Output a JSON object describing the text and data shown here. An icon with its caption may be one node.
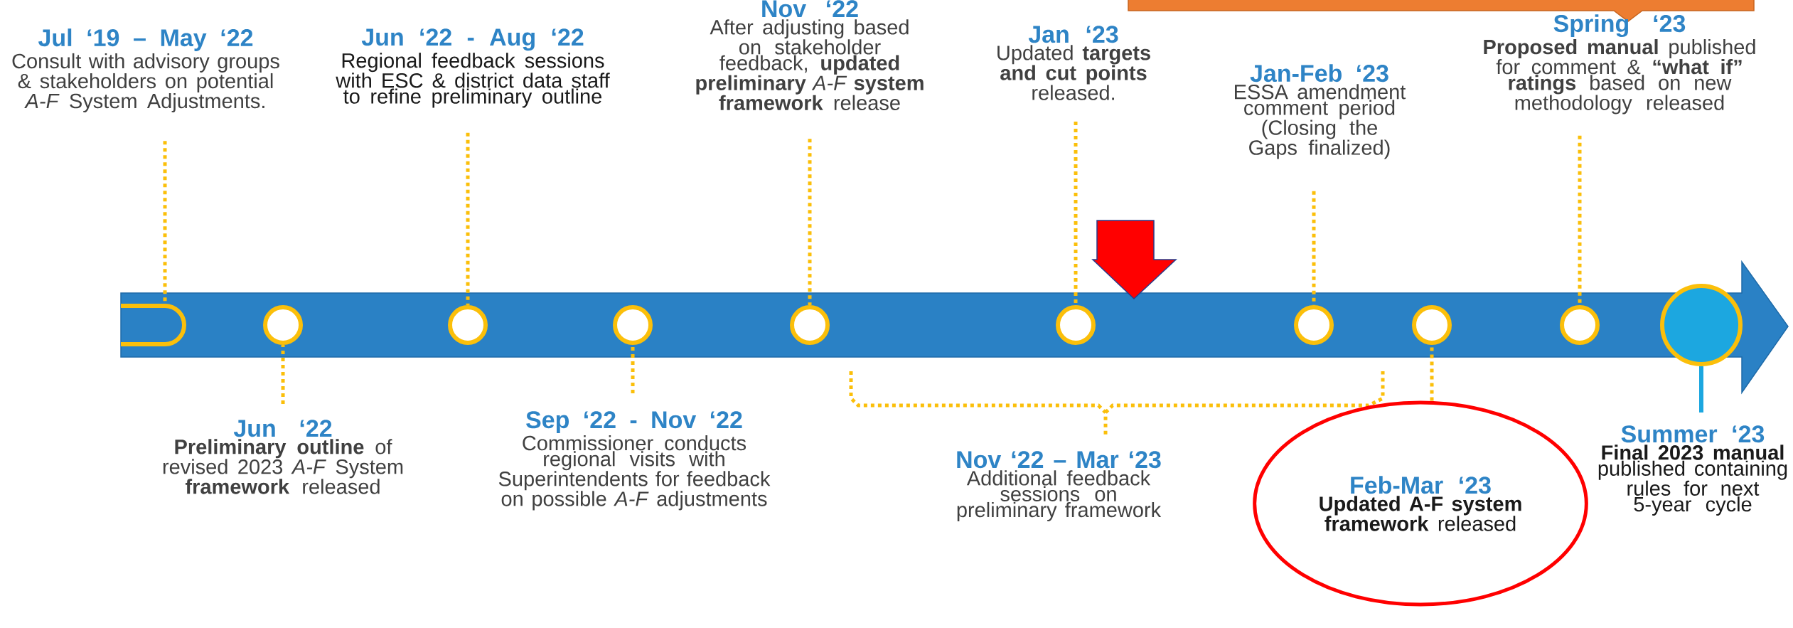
{
  "diagram": {
    "nodes": [
      {
        "text": [
          "Jul ‘19 – May ‘22",
          "Consult with advisory groups & stakeholders on potential *A-F* System Adjustments."
        ]
      },
      {
        "text": [
          "Jun ‘22 - Aug ‘22",
          "Regional feedback sessions with ESC & district data staff to refine preliminary outline"
        ]
      },
      {
        "text": [
          "Nov ‘22",
          "After adjusting based on stakeholder feedback, **updated preliminary** *A-F* **system framework** release"
        ]
      },
      {
        "text": [
          "Jan ‘23",
          "Updated **targets and cut points** released."
        ]
      },
      {
        "text": [
          "Jan-Feb ‘23",
          "ESSA amendment comment period (Closing the Gaps finalized)"
        ]
      },
      {
        "text": [
          "Spring ‘23",
          "**Proposed manual** published for comment & **“what if” ratings** based on new methodology released"
        ]
      },
      {
        "text": [
          "Jun ‘22",
          "**Preliminary outline** of revised 2023 *A-F* System **framework** released"
        ]
      },
      {
        "text": [
          "Sep ‘22 - Nov ‘22",
          "Commissioner conducts regional visits with Superintendents for feedback on possible *A-F* adjustments"
        ]
      },
      {
        "text": [
          "Nov ‘22 – Mar ‘23",
          "Additional feedback sessions on preliminary framework"
        ]
      },
      {
        "text": [
          "Feb-Mar ‘23",
          "**Updated A-F system framework** released"
        ]
      },
      {
        "text": [
          "Summer ‘23",
          "**Final 2023 manual** published containing rules for next 5-year cycle"
        ]
      },
      {
        "text": [],
        "shape": "circle"
      },
      {
        "text": [],
        "shape": "circle"
      },
      {
        "text": [],
        "shape": "circle"
      },
      {
        "text": [],
        "shape": "circle"
      },
      {
        "text": [],
        "shape": "circle"
      },
      {
        "text": [],
        "shape": "circle"
      },
      {
        "text": [],
        "shape": "circle"
      },
      {
        "text": [],
        "shape": "circle"
      },
      {
        "text": [],
        "shape": "circle"
      },
      {
        "text": [],
        "shape": "circle"
      }
    ],
    "edges": [
      {
        "from": 0,
        "to": 11,
        "arrow": "none",
        "style": "dashed"
      },
      {
        "from": 6,
        "to": 12,
        "arrow": "none",
        "style": "dashed"
      },
      {
        "from": 1,
        "to": 13,
        "arrow": "none",
        "style": "dashed"
      },
      {
        "from": 7,
        "to": 14,
        "arrow": "none",
        "style": "dashed"
      },
      {
        "from": 2,
        "to": 15,
        "arrow": "none",
        "style": "dashed"
      },
      {
        "from": 3,
        "to": 16,
        "arrow": "none",
        "style": "dashed"
      },
      {
        "from": 4,
        "to": 17,
        "arrow": "none",
        "style": "dashed"
      },
      {
        "from": 9,
        "to": 18,
        "arrow": "none",
        "style": "dashed"
      },
      {
        "from": 5,
        "to": 19,
        "arrow": "none",
        "style": "dashed"
      },
      {
        "from": 10,
        "to": 20,
        "arrow": "none",
        "color": "#1ca7e0"
      }
    ]
  }
}
